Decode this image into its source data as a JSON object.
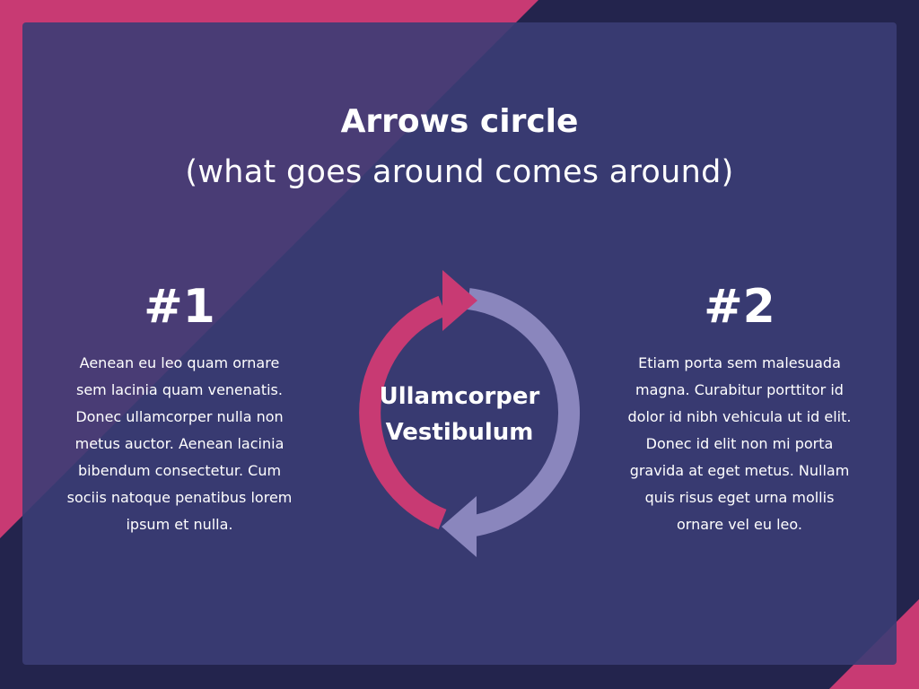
{
  "slide": {
    "title": "Arrows circle",
    "subtitle": "(what goes around comes around)",
    "center_label": "Ullamcorper Vestibulum",
    "left": {
      "heading": "#1",
      "text": "Aenean eu leo quam ornare sem lacinia quam venenatis. Donec ullamcorper nulla non metus auctor. Aenean lacinia bibendum consectetur. Cum sociis natoque penatibus lorem ipsum et nulla."
    },
    "right": {
      "heading": "#2",
      "text": "Etiam porta sem malesuada magna. Curabitur porttitor id dolor id nibh vehicula ut id elit. Donec id elit non mi porta gravida at eget metus. Nullam quis risus eget urna mollis ornare vel eu leo."
    }
  },
  "colors": {
    "background": "#23244d",
    "panel": "#3b3d75",
    "accent_pink": "#c83a73",
    "accent_lavender": "#8a86bd",
    "text": "#ffffff"
  },
  "icons": {
    "cycle": "circular-arrows-icon"
  }
}
